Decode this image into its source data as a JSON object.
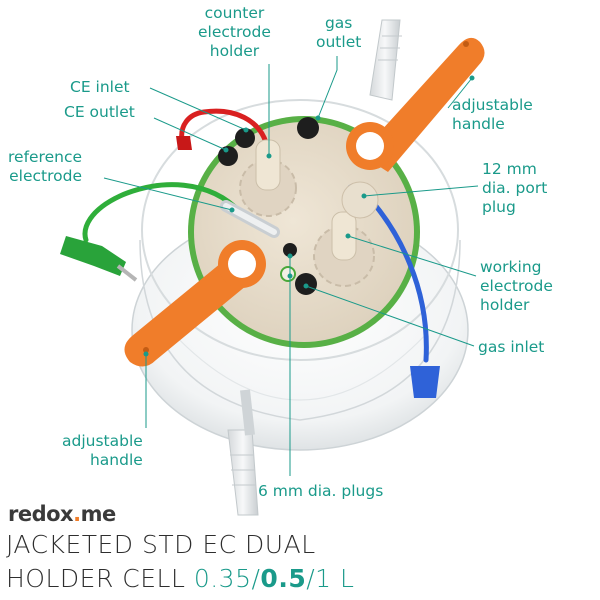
{
  "labels": {
    "counter_electrode_holder": [
      "counter",
      "electrode",
      "holder"
    ],
    "gas_outlet": [
      "gas",
      "outlet"
    ],
    "ce_inlet": "CE inlet",
    "ce_outlet": "CE outlet",
    "reference_electrode": [
      "reference",
      "electrode"
    ],
    "adjustable_handle_top": [
      "adjustable",
      "handle"
    ],
    "port_plug": [
      "12 mm",
      "dia. port",
      "plug"
    ],
    "working_electrode_holder": [
      "working",
      "electrode",
      "holder"
    ],
    "gas_inlet": "gas inlet",
    "adjustable_handle_bottom": [
      "adjustable",
      "handle"
    ],
    "plugs_6mm": "6 mm dia. plugs"
  },
  "brand": {
    "text_a": "redox",
    "text_dot": ".",
    "text_b": "me"
  },
  "title": {
    "line1": "JACKETED STD EC DUAL",
    "line2_prefix": "HOLDER CELL ",
    "size_a": "0.35/",
    "size_b": "0.5",
    "size_c": "/1 L"
  },
  "colors": {
    "accent_teal": "#1a9a8a",
    "handle_orange": "#f07d2a",
    "lid_beige": "#e6dccb",
    "gasket_green": "#4aa83a",
    "cable_green": "#2fae3a",
    "cable_blue": "#2f62d8",
    "cable_red": "#d92020",
    "title_dark": "#2e2e2e"
  }
}
